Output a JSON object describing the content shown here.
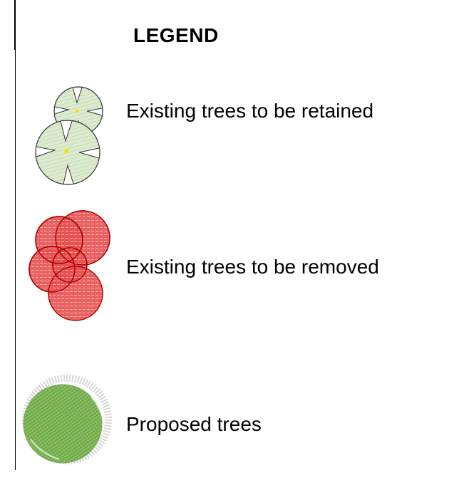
{
  "legend": {
    "title": "LEGEND",
    "items": [
      {
        "label": "Existing trees to be retained",
        "symbol": "retained-tree-icon",
        "color": "#d4e6c4"
      },
      {
        "label": "Existing trees to be removed",
        "symbol": "removed-tree-icon",
        "color": "#e02020"
      },
      {
        "label": "Proposed trees",
        "symbol": "proposed-tree-icon",
        "color": "#8cc060"
      }
    ]
  }
}
